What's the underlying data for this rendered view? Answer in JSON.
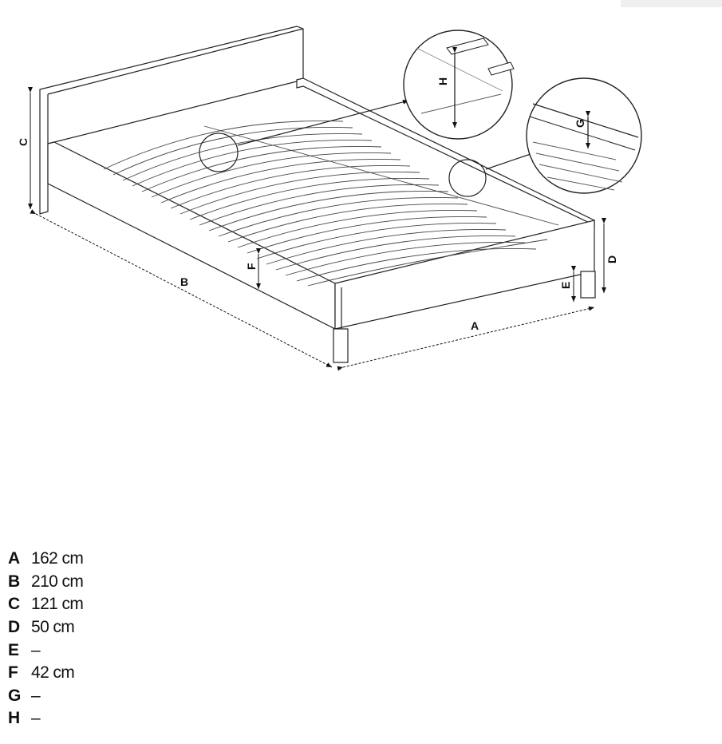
{
  "dimension_labels": {
    "a": "A",
    "b": "B",
    "c": "C",
    "d": "D",
    "e": "E",
    "f": "F",
    "g": "G",
    "h": "H"
  },
  "legend": [
    {
      "key": "A",
      "value": "162 cm"
    },
    {
      "key": "B",
      "value": "210 cm"
    },
    {
      "key": "C",
      "value": "121 cm"
    },
    {
      "key": "D",
      "value": "50 cm"
    },
    {
      "key": "E",
      "value": "–"
    },
    {
      "key": "F",
      "value": "42 cm"
    },
    {
      "key": "G",
      "value": "–"
    },
    {
      "key": "H",
      "value": "–"
    }
  ]
}
